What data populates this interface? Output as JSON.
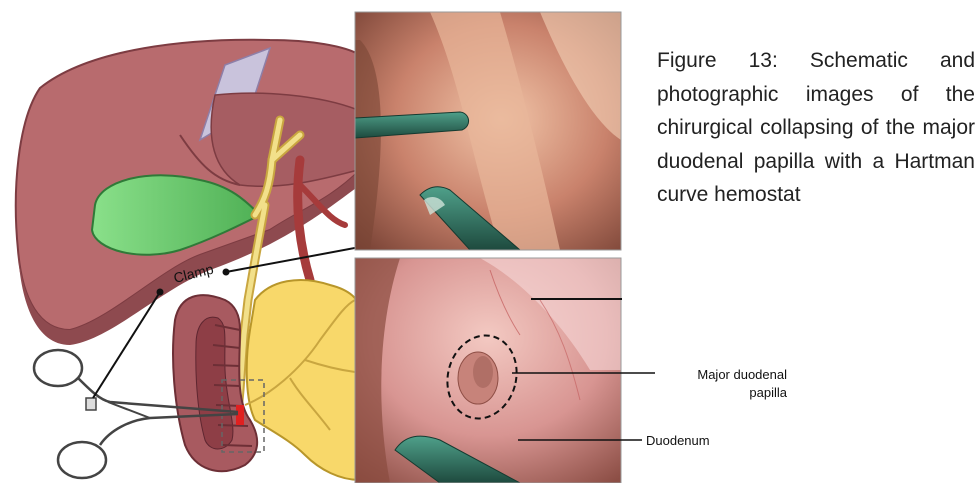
{
  "caption": "Figure 13: Schematic and photographic images of the chirurgical collapsing of the major duodenal papilla with a Hartman curve hemostat",
  "labels": {
    "clamp": "Clamp",
    "papilla_line1": "Major duodenal",
    "papilla_line2": "papilla",
    "duodenum": "Duodenum"
  },
  "colors": {
    "liver": "#b86b6e",
    "liver_dark": "#8e4a4f",
    "gallbladder": "#6fcf70",
    "bile_duct": "#f2e08a",
    "pancreas": "#f8d86a",
    "duodenum": "#a85a60",
    "instrument": "#2e6a5a",
    "clamp_tip": "#e02020"
  }
}
